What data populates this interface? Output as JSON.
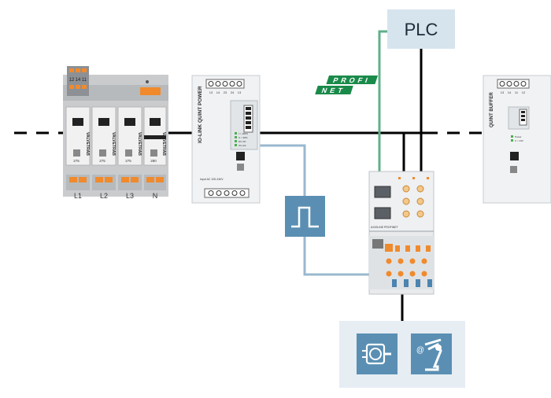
{
  "plc": {
    "label": "PLC"
  },
  "profinet": {
    "line1": "PROFI",
    "line2": "NET"
  },
  "surge_module": {
    "modules": [
      {
        "brand": "VALVETRAB",
        "code": "275"
      },
      {
        "brand": "VALVETRAB",
        "code": "275"
      },
      {
        "brand": "VALVETRAB",
        "code": "275"
      },
      {
        "brand": "VALVETRAB",
        "code": "280"
      }
    ],
    "top_terminals": [
      "12",
      "14",
      "11"
    ],
    "bottom_terminals": [
      "L1",
      "L2",
      "L3",
      "N"
    ]
  },
  "power_supply": {
    "brand_label": "IO-LINK QUINT POWER",
    "top_terminals": [
      "13",
      "14",
      "23",
      "24",
      "13"
    ],
    "status_labels": [
      "I > 100%",
      "U > 90%",
      "DC OK",
      "IO-Link"
    ],
    "input_text": "Input AC 100-240V"
  },
  "buffer_module": {
    "brand_label": "QUINT BUFFER",
    "top_terminals": [
      "13",
      "14",
      "11",
      "12"
    ],
    "status_labels": [
      "Power",
      "U > 24V"
    ]
  },
  "io_station": {
    "bus_label": "PROFINET",
    "tag_label": "AXIOLINE"
  },
  "colors": {
    "bus_line": "#000000",
    "profinet_line": "#5fb08a",
    "signal_line": "#9ab8cf",
    "icon_tile": "#5a8fb3",
    "plc_box": "#d6e4ee",
    "device_panel": "#e6edf3",
    "terminal_orange": "#f08a2c"
  },
  "icons": {
    "pulse": "square-wave-icon",
    "motor": "motor-icon",
    "robot": "robot-arm-icon"
  }
}
